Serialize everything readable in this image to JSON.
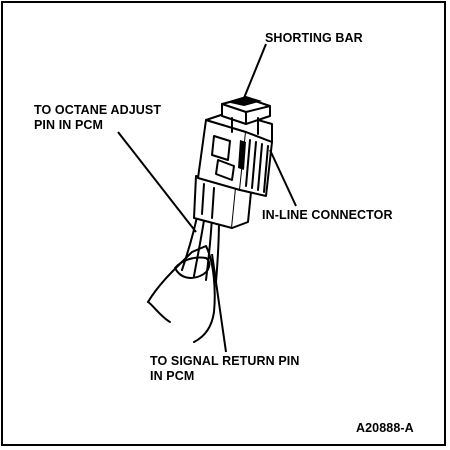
{
  "labels": {
    "shorting_bar": "SHORTING BAR",
    "octane_line1": "TO OCTANE ADJUST",
    "octane_line2": "PIN IN PCM",
    "inline_connector": "IN-LINE CONNECTOR",
    "signal_line1": "TO SIGNAL RETURN PIN",
    "signal_line2": "IN PCM",
    "figure_code": "A20888-A"
  },
  "colors": {
    "ink": "#000000",
    "paper": "#ffffff"
  }
}
